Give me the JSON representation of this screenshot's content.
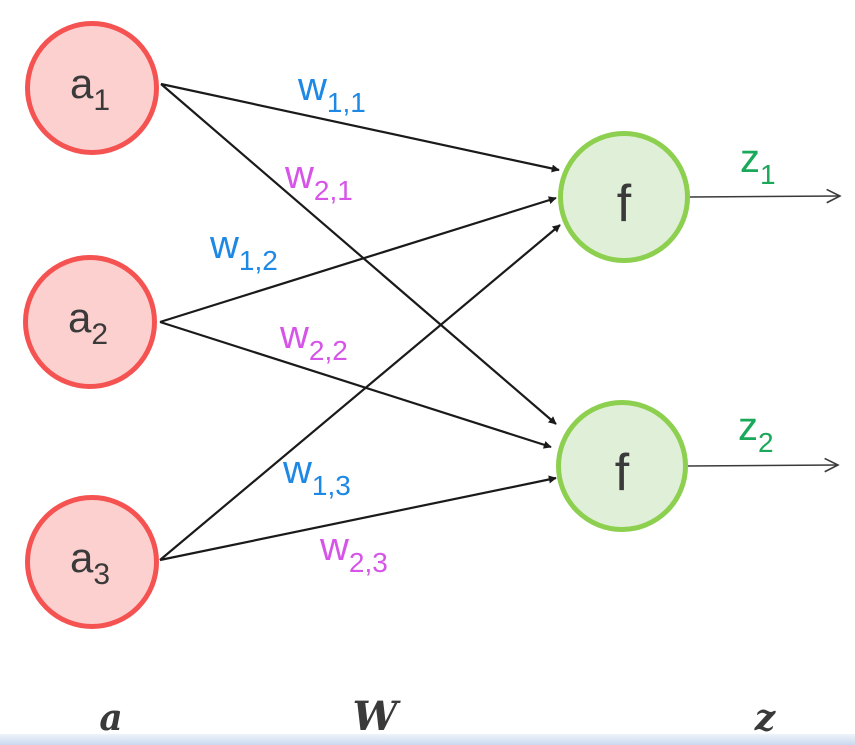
{
  "colors": {
    "input_fill": "#fcd0ce",
    "input_stroke": "#f55352",
    "output_fill": "#e0efd8",
    "output_stroke": "#8dcf4e",
    "weight_row1": "#1e88e5",
    "weight_row2": "#d655e8",
    "output_label": "#1aa85a",
    "edge": "#1a1a1a",
    "text": "#3a3a3a"
  },
  "inputs": [
    {
      "id": "a1",
      "base": "a",
      "sub": "1"
    },
    {
      "id": "a2",
      "base": "a",
      "sub": "2"
    },
    {
      "id": "a3",
      "base": "a",
      "sub": "3"
    }
  ],
  "outputs": [
    {
      "id": "f1",
      "label": "f",
      "out_base": "z",
      "out_sub": "1"
    },
    {
      "id": "f2",
      "label": "f",
      "out_base": "z",
      "out_sub": "2"
    }
  ],
  "weights": [
    {
      "from": "a1",
      "to": "f1",
      "base": "w",
      "sub": "1,1",
      "row": 1
    },
    {
      "from": "a1",
      "to": "f2",
      "base": "w",
      "sub": "2,1",
      "row": 2
    },
    {
      "from": "a2",
      "to": "f1",
      "base": "w",
      "sub": "1,2",
      "row": 1
    },
    {
      "from": "a2",
      "to": "f2",
      "base": "w",
      "sub": "2,2",
      "row": 2
    },
    {
      "from": "a3",
      "to": "f1",
      "base": "w",
      "sub": "1,3",
      "row": 1
    },
    {
      "from": "a3",
      "to": "f2",
      "base": "w",
      "sub": "2,3",
      "row": 2
    }
  ],
  "axis_labels": {
    "inputs": "a",
    "weights": "W",
    "outputs": "z"
  }
}
